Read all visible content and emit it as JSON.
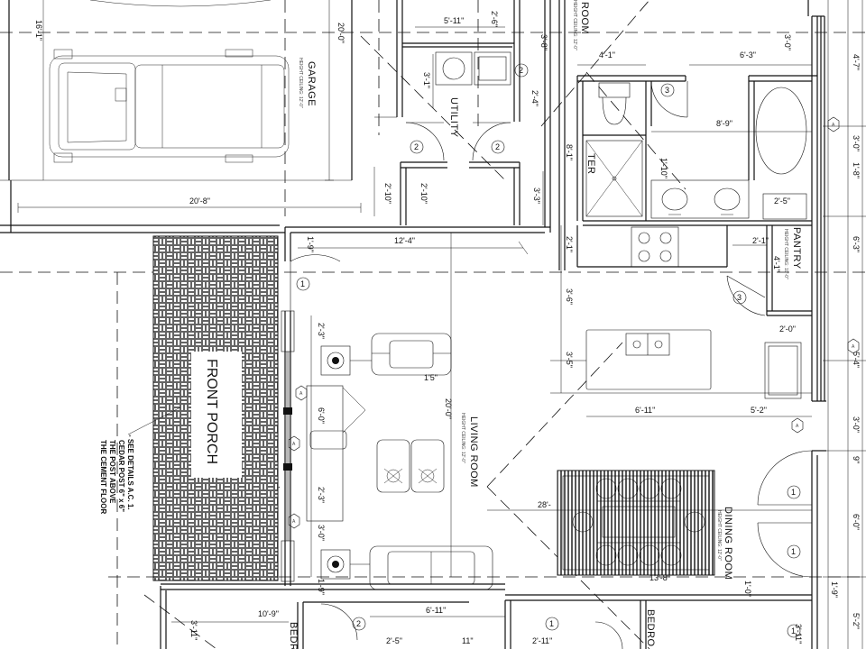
{
  "rooms": {
    "garage": "GARAGE",
    "garage_ceiling": "HEIGHT CEILING: 12'-0\"",
    "utility": "UTILITY",
    "pantry": "PANTRY",
    "pantry_ceiling": "HEIGHT CEILING: 10'-0\"",
    "living_room": "LIVING ROOM",
    "living_ceiling": "HEIGHT CEILING: 12'-0\"",
    "dining_room": "DINING ROOM",
    "dining_ceiling": "HEIGHT CEILING: 12'-0\"",
    "front_porch": "FRONT PORCH",
    "bedroom_left": "BEDRO",
    "bedroom_right": "BEDRO",
    "top_room_fragment": "ROOM",
    "top_room_fragment_ceiling": "HEIGHT CEILING: 12'-0\"",
    "top_right_fragment": "TER"
  },
  "note": {
    "line1": "- SEE DETAILS  A.C. 1.",
    "line2": "CEDAR POST 6\" x 6\"",
    "line3": "THE POST ABOVE",
    "line4": "THE CEMENT FLOOR"
  },
  "dimensions": {
    "garage_top_16_1": "16'-1\"",
    "garage_20_0": "20'-0\"",
    "garage_20_8": "20'-8\"",
    "utility_5_11": "5'-11\"",
    "utility_2_6": "2'-6\"",
    "utility_3_8": "3'-8\"",
    "utility_3_1": "3'-1\"",
    "utility_2_4": "2'-4\"",
    "hall_2_10a": "2'-10\"",
    "hall_2_10b": "2'-10\"",
    "hall_3_3": "3'-3\"",
    "hall_12_4": "12'-4\"",
    "hall_1_9": "1'-9\"",
    "bath_4_1": "4'-1\"",
    "bath_6_3": "6'-3\"",
    "bath_8_9": "8'-9\"",
    "bath_8_1": "8'-1\"",
    "bath_1_10": "1'-10\"",
    "bath_2_5": "2'-5\"",
    "kitchen_2_1a": "2'-1\"",
    "kitchen_2_1b": "2'-1\"",
    "kitchen_4_1": "4'-1\"",
    "kitchen_3_6": "3'-6\"",
    "kitchen_3_5": "3'-5\"",
    "kitchen_6_11": "6'-11\"",
    "kitchen_5_2": "5'-2\"",
    "kitchen_2_0": "2'-0\"",
    "living_2_3a": "2'-3\"",
    "living_2_3b": "2'-3\"",
    "living_6_0": "6'-0\"",
    "living_3_0": "3'-0\"",
    "living_1_5": "1'5\"",
    "living_20_0": "20'-0\"",
    "living_6_11": "6'-11\"",
    "living_1_9": "1'-9\"",
    "dining_28": "28'-",
    "dining_13_8": "13'-8\"",
    "dining_1_0": "1'-0\"",
    "bottom_10_9": "10'-9\"",
    "bottom_2_5": "2'-5\"",
    "bottom_2_11": "2'-11\"",
    "bottom_3_11a": "3'-11\"",
    "bottom_3_11b": "3'-11\"",
    "bottom_11": "11\"",
    "right_3_0a": "3'-0\"",
    "right_4_7": "4'-7\"",
    "right_3_0b": "3'-0\"",
    "right_1_8": "1'-8\"",
    "right_6_3": "6'-3\"",
    "right_5_4": "5'-4\"",
    "right_3_0c": "3'-0\"",
    "right_6_0": "6'-0\"",
    "right_1_9": "1'-9\"",
    "right_5_2": "5'-2\"",
    "right_9": "9\""
  },
  "door_tags": [
    "2",
    "2",
    "2",
    "3",
    "3",
    "1",
    "1",
    "1",
    "1",
    "2",
    "1"
  ],
  "window_tags": [
    "A",
    "A",
    "A",
    "A",
    "A",
    "A"
  ]
}
